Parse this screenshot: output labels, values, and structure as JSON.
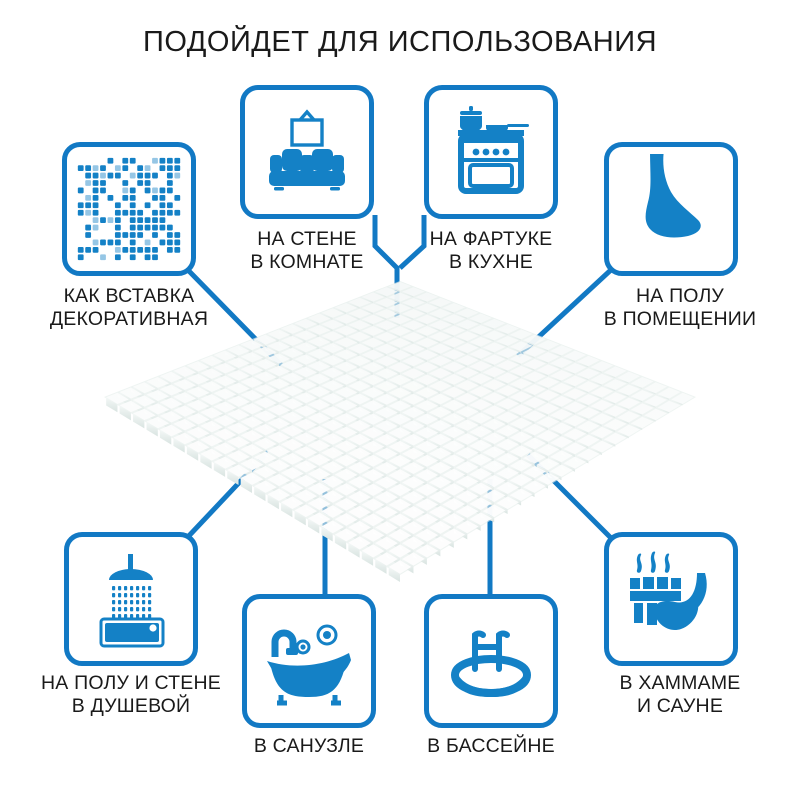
{
  "page": {
    "title": "ПОДОЙДЕТ ДЛЯ ИСПОЛЬЗОВАНИЯ",
    "background": "#ffffff",
    "accent_blue": "#1279c4",
    "icon_blue": "#1481c6",
    "text_color": "#1a1a1a"
  },
  "center_graphic": {
    "name": "white-mosaic-tile-sheet",
    "description": "Квадратный лист белой мозаики в перспективе",
    "tile_color": "#fdfdfd",
    "grout_color": "#dfe9e6",
    "rows": 22,
    "cols": 22
  },
  "items": [
    {
      "id": "decor-insert",
      "icon": "mosaic-pattern-icon",
      "label": "КАК ВСТАВКА\nДЕКОРАТИВНАЯ"
    },
    {
      "id": "room-wall",
      "icon": "sofa-picture-icon",
      "label": "НА СТЕНЕ\nВ КОМНАТЕ"
    },
    {
      "id": "kitchen-backsplash",
      "icon": "stove-pot-pan-icon",
      "label": "НА ФАРТУКЕ\nВ КУХНЕ"
    },
    {
      "id": "indoor-floor",
      "icon": "bare-foot-icon",
      "label": "НА ПОЛУ\nВ ПОМЕЩЕНИИ"
    },
    {
      "id": "shower",
      "icon": "shower-head-tray-icon",
      "label": "НА ПОЛУ И СТЕНЕ\nВ ДУШЕВОЙ"
    },
    {
      "id": "bathroom",
      "icon": "bathtub-icon",
      "label": "В САНУЗЛЕ"
    },
    {
      "id": "pool",
      "icon": "swimming-pool-ladder-icon",
      "label": "В БАССЕЙНЕ"
    },
    {
      "id": "hammam-sauna",
      "icon": "sauna-bucket-ladle-icon",
      "label": "В ХАММАМЕ\nИ САУНЕ"
    }
  ]
}
